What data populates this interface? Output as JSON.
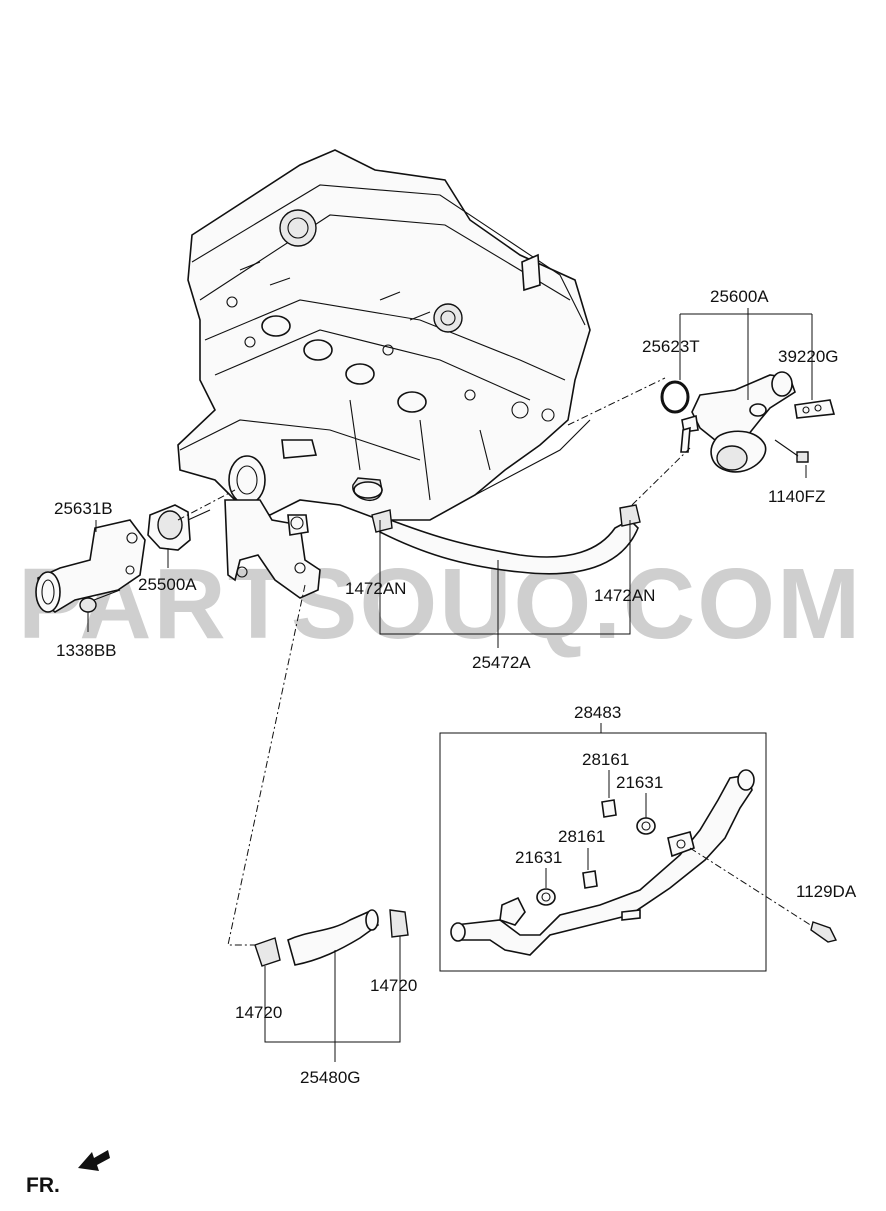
{
  "watermark": "PARTSOUQ.COM",
  "labels": {
    "p25600A": "25600A",
    "p25623T": "25623T",
    "p39220G": "39220G",
    "p1140FZ": "1140FZ",
    "p25631B": "25631B",
    "p25500A": "25500A",
    "p1338BB": "1338BB",
    "p1472AN_left": "1472AN",
    "p1472AN_right": "1472AN",
    "p25472A": "25472A",
    "p28483": "28483",
    "p28161_top": "28161",
    "p21631_top": "21631",
    "p28161_mid": "28161",
    "p21631_mid": "21631",
    "p1129DA": "1129DA",
    "p14720_right": "14720",
    "p14720_left": "14720",
    "p25480G": "25480G"
  },
  "orientation": {
    "text": "FR.",
    "arrow_icon": "front-arrow-icon"
  }
}
